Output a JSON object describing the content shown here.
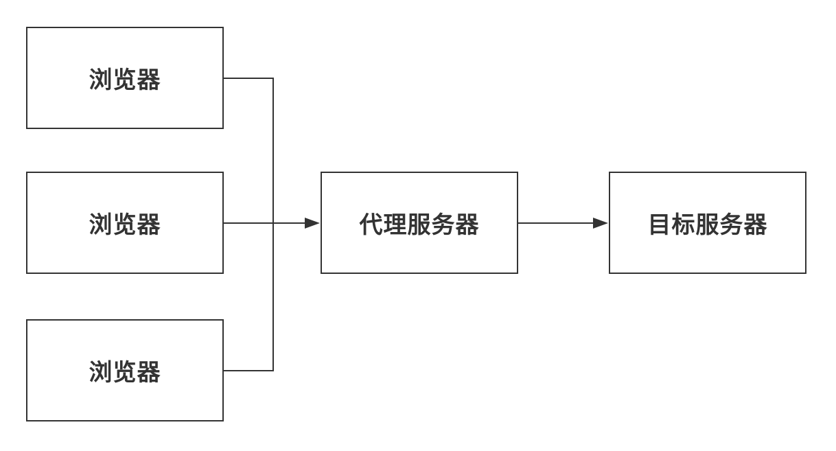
{
  "diagram": {
    "nodes": {
      "browser_1": {
        "label": "浏览器"
      },
      "browser_2": {
        "label": "浏览器"
      },
      "browser_3": {
        "label": "浏览器"
      },
      "proxy": {
        "label": "代理服务器"
      },
      "target": {
        "label": "目标服务器"
      }
    },
    "edges": [
      {
        "from": "browser_1",
        "to": "proxy"
      },
      {
        "from": "browser_2",
        "to": "proxy"
      },
      {
        "from": "browser_3",
        "to": "proxy"
      },
      {
        "from": "proxy",
        "to": "target"
      }
    ],
    "colors": {
      "stroke": "#333333",
      "text": "#333333",
      "background": "#ffffff"
    }
  }
}
